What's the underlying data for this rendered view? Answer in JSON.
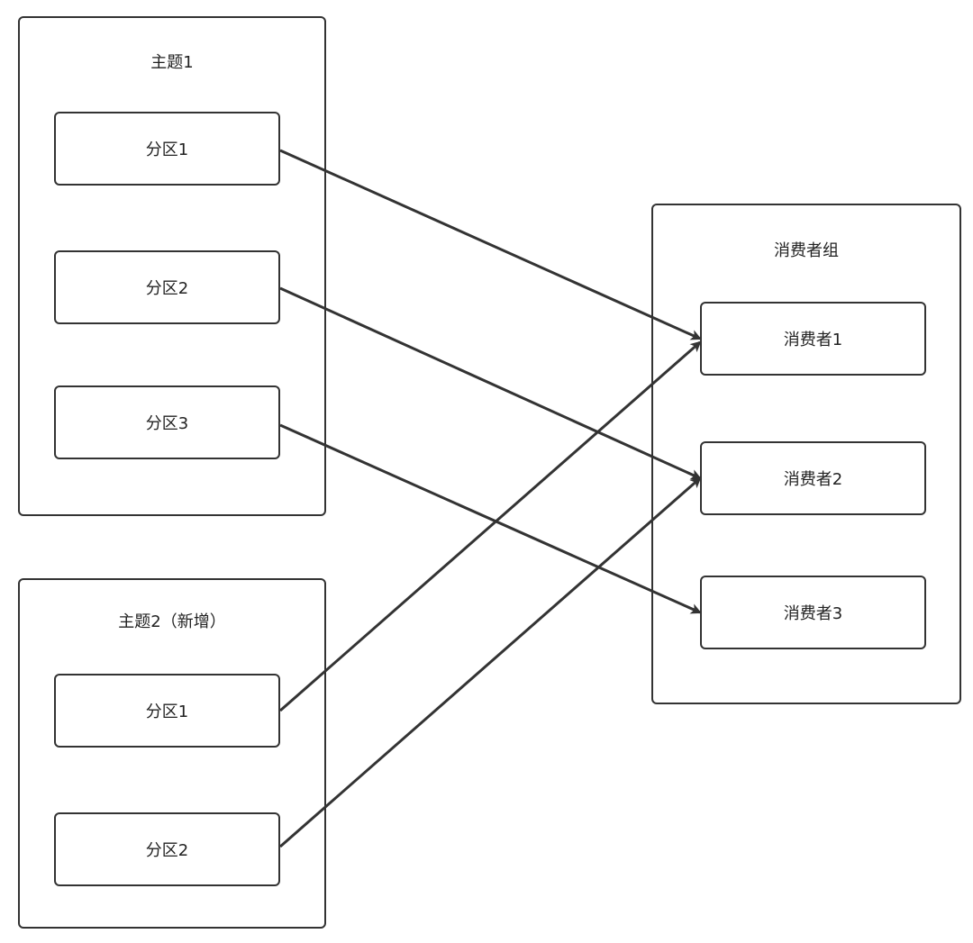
{
  "topic1": {
    "title": "主题1",
    "partitions": [
      "分区1",
      "分区2",
      "分区3"
    ]
  },
  "topic2": {
    "title": "主题2（新增）",
    "partitions": [
      "分区1",
      "分区2"
    ]
  },
  "consumer_group": {
    "title": "消费者组",
    "consumers": [
      "消费者1",
      "消费者2",
      "消费者3"
    ]
  },
  "connections": [
    {
      "from": "topic1.partition1",
      "to": "consumer1"
    },
    {
      "from": "topic1.partition2",
      "to": "consumer2"
    },
    {
      "from": "topic1.partition3",
      "to": "consumer3"
    },
    {
      "from": "topic2.partition1",
      "to": "consumer1"
    },
    {
      "from": "topic2.partition2",
      "to": "consumer2"
    }
  ],
  "colors": {
    "stroke": "#333333",
    "text": "#222222",
    "background": "#ffffff"
  }
}
